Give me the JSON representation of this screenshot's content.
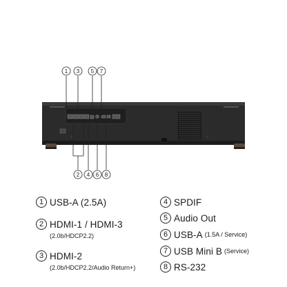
{
  "callouts": {
    "top": [
      "1",
      "3",
      "5",
      "7"
    ],
    "bottom": [
      "2",
      "4",
      "6",
      "8"
    ]
  },
  "legend": [
    {
      "num": "1",
      "label": "USB-A (2.5A)",
      "note": ""
    },
    {
      "num": "2",
      "label": "HDMI-1 / HDMI-3",
      "note": "(2.0b/HDCP2.2)"
    },
    {
      "num": "3",
      "label": "HDMI-2",
      "note": "(2.0b/HDCP2.2/Audio Return+)"
    },
    {
      "num": "4",
      "label": "SPDIF",
      "note": ""
    },
    {
      "num": "5",
      "label": "Audio Out",
      "note": ""
    },
    {
      "num": "6",
      "label": "USB-A",
      "note": "(1.5A / Service)"
    },
    {
      "num": "7",
      "label": "USB Mini B",
      "note": "(Service)"
    },
    {
      "num": "8",
      "label": "RS-232",
      "note": ""
    }
  ],
  "colors": {
    "body": "#2b2b2b",
    "body_dark": "#1e1e1e",
    "line": "#222222",
    "foot": "#5a4a3e"
  }
}
